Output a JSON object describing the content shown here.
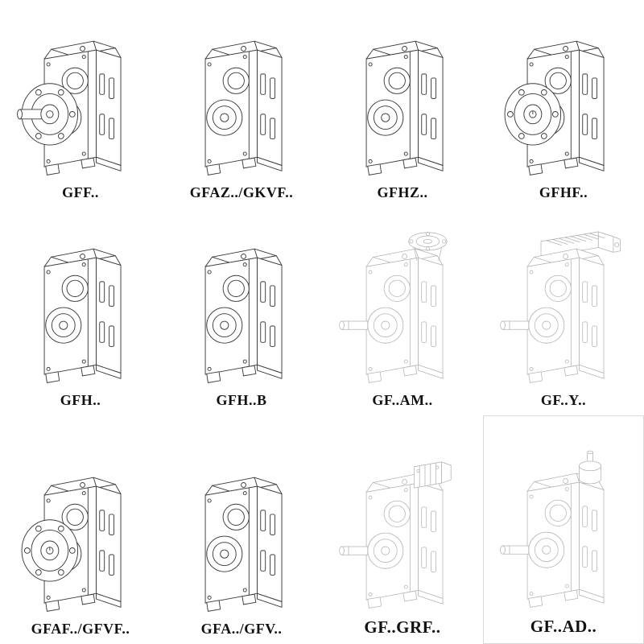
{
  "page": {
    "background": "#ffffff",
    "line_color": "#3a3a3a",
    "faded_line_color": "#b3b3b3",
    "label_color": "#111111"
  },
  "catalog": {
    "items": [
      {
        "id": "gff",
        "label": "GFF..",
        "drawing": "gearbox-flange-output-with-shaft",
        "faded": false,
        "boxed": false,
        "emphasis": false,
        "parts": [
          "p-body",
          "p-flange-shaft"
        ]
      },
      {
        "id": "gfaz-gkvf",
        "label": "GFAZ../GKVF..",
        "drawing": "gearbox-hollow-shaft",
        "faded": false,
        "boxed": false,
        "emphasis": false,
        "parts": [
          "p-body"
        ]
      },
      {
        "id": "gfhz",
        "label": "GFHZ..",
        "drawing": "gearbox-hollow-shaft",
        "faded": false,
        "boxed": false,
        "emphasis": false,
        "parts": [
          "p-body"
        ]
      },
      {
        "id": "gfhf",
        "label": "GFHF..",
        "drawing": "gearbox-flange-hollow",
        "faded": false,
        "boxed": false,
        "emphasis": false,
        "parts": [
          "p-body",
          "p-flange"
        ]
      },
      {
        "id": "gfh",
        "label": "GFH..",
        "drawing": "gearbox-hollow-shaft",
        "faded": false,
        "boxed": false,
        "emphasis": false,
        "parts": [
          "p-body"
        ]
      },
      {
        "id": "gfh-b",
        "label": "GFH..B",
        "drawing": "gearbox-hollow-shaft-foot",
        "faded": false,
        "boxed": false,
        "emphasis": false,
        "parts": [
          "p-body"
        ]
      },
      {
        "id": "gf-am",
        "label": "GF..AM..",
        "drawing": "gearbox-motor-adapter-flange",
        "faded": true,
        "boxed": false,
        "emphasis": false,
        "parts": [
          "p-body",
          "p-top-flange",
          "p-shaft-left"
        ]
      },
      {
        "id": "gf-y",
        "label": "GF..Y..",
        "drawing": "gearbox-with-motor",
        "faded": true,
        "boxed": false,
        "emphasis": false,
        "parts": [
          "p-motor",
          "p-body",
          "p-shaft-left"
        ]
      },
      {
        "id": "gfaf-gfvf",
        "label": "GFAF../GFVF..",
        "drawing": "gearbox-flange-hollow",
        "faded": false,
        "boxed": false,
        "emphasis": false,
        "parts": [
          "p-body",
          "p-flange"
        ]
      },
      {
        "id": "gfa-gfv",
        "label": "GFA../GFV..",
        "drawing": "gearbox-hollow-shaft",
        "faded": false,
        "boxed": false,
        "emphasis": false,
        "parts": [
          "p-body"
        ]
      },
      {
        "id": "gf-grf",
        "label": "GF..GRF..",
        "drawing": "gearbox-cover-box",
        "faded": true,
        "boxed": false,
        "emphasis": true,
        "parts": [
          "p-body",
          "p-box",
          "p-shaft-left"
        ]
      },
      {
        "id": "gf-ad",
        "label": "GF..AD..",
        "drawing": "gearbox-input-adapter",
        "faded": true,
        "boxed": true,
        "emphasis": true,
        "parts": [
          "p-body",
          "p-adapter",
          "p-shaft-left"
        ]
      }
    ]
  }
}
